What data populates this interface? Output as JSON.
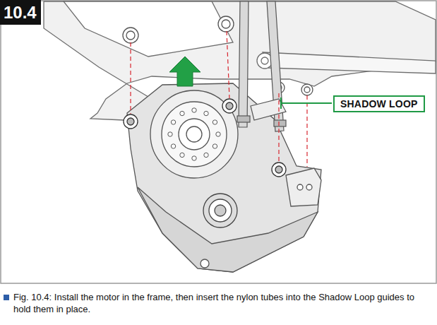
{
  "diagram": {
    "title": "10.4",
    "caption": "Fig. 10.4: Install the motor in the frame, then insert the nylon tubes into the Shadow Loop guides to hold them in place.",
    "nodes": [
      {
        "text": [
          "SHADOW LOOP"
        ]
      }
    ]
  }
}
